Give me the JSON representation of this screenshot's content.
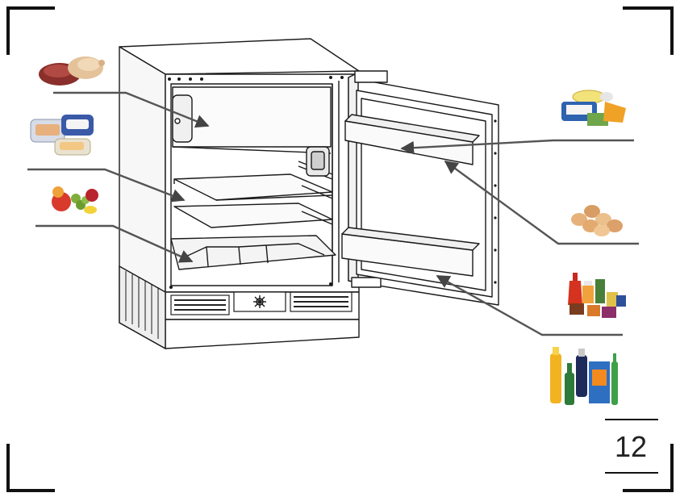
{
  "page": {
    "number": "12"
  },
  "colors": {
    "line": "#1a1a1a",
    "leader": "#555555",
    "cabinet_fill": "#ffffff",
    "shade": "#eeeeee",
    "vent": "#222222"
  },
  "food_items": [
    {
      "id": "meat",
      "icon": "meat-poultry-icon"
    },
    {
      "id": "packaged",
      "icon": "packaged-food-icon"
    },
    {
      "id": "fruit",
      "icon": "fruit-vegetables-icon"
    },
    {
      "id": "dairy",
      "icon": "butter-cheese-icon"
    },
    {
      "id": "eggs",
      "icon": "eggs-icon"
    },
    {
      "id": "jars",
      "icon": "jars-bottles-icon"
    },
    {
      "id": "drinks",
      "icon": "drink-bottles-icon"
    }
  ]
}
